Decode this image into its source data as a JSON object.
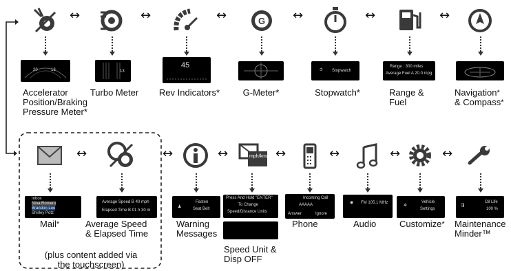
{
  "top_row": [
    {
      "id": "accel",
      "icon": "accelerator-braking-icon",
      "label_lines": [
        "Accelerator",
        "Position/Braking",
        "Pressure Meter*"
      ],
      "screen": [
        "20",
        "13"
      ]
    },
    {
      "id": "turbo",
      "icon": "turbo-meter-icon",
      "label_lines": [
        "Turbo Meter"
      ],
      "screen": [
        "13"
      ]
    },
    {
      "id": "rev",
      "icon": "rev-indicator-icon",
      "label_lines": [
        "Rev Indicators*"
      ],
      "screen": [
        "45"
      ]
    },
    {
      "id": "gmeter",
      "icon": "g-meter-icon",
      "label_lines": [
        "G-Meter*"
      ],
      "screen": []
    },
    {
      "id": "stopwatch",
      "icon": "stopwatch-icon",
      "label_lines": [
        "Stopwatch*"
      ],
      "screen": [
        "Stopwatch"
      ]
    },
    {
      "id": "range",
      "icon": "fuel-pump-icon",
      "label_lines": [
        "Range &",
        "Fuel"
      ],
      "screen": [
        "Range : 300 miles",
        "Average Fuel A 20.0 mpg"
      ]
    },
    {
      "id": "nav",
      "icon": "compass-icon",
      "label_lines": [
        "Navigation",
        "& Compass"
      ],
      "screen": []
    }
  ],
  "bottom_row": [
    {
      "id": "mail",
      "icon": "envelope-icon",
      "label_lines": [
        "Mail"
      ],
      "screen": [
        "Inbox",
        "Nina Romero",
        "Brandon Lee",
        "Shirley Potz"
      ]
    },
    {
      "id": "avgspeed",
      "icon": "average-speed-icon",
      "label_lines": [
        "Average Speed",
        "& Elapsed Time"
      ],
      "screen": [
        "Average Speed B 40 mph",
        "Elapsed Time B 01 h 30 m"
      ]
    },
    {
      "id": "warning",
      "icon": "info-icon",
      "label_lines": [
        "Warning",
        "Messages"
      ],
      "screen": [
        "Fasten",
        "Seat Belt"
      ]
    },
    {
      "id": "speedunit",
      "icon": "speed-unit-icon",
      "label_lines": [
        "Speed Unit &",
        "Disp OFF"
      ],
      "screen": [
        "Press And Hold \"ENTER\"",
        "To Change",
        "Speed/Distance Units"
      ]
    },
    {
      "id": "phone",
      "icon": "phone-icon",
      "label_lines": [
        "Phone"
      ],
      "screen": [
        "Incoming Call",
        "AAAAA",
        "Answer",
        "Ignore"
      ]
    },
    {
      "id": "audio",
      "icon": "music-note-icon",
      "label_lines": [
        "Audio"
      ],
      "screen": [
        "FM 105.1 MHz"
      ]
    },
    {
      "id": "customize",
      "icon": "gear-icon",
      "label_lines": [
        "Customize"
      ],
      "screen": [
        "Vehicle",
        "Settings"
      ]
    },
    {
      "id": "maint",
      "icon": "wrench-icon",
      "label_lines": [
        "Maintenance",
        "Minder™"
      ],
      "screen": [
        "Oil Life",
        "100 %"
      ]
    }
  ],
  "speed_icon_text": "mph/km/h",
  "extra_note_lines": [
    "(plus content added via",
    "the touchscreen)"
  ],
  "arrow_glyph": "↔",
  "asterisk": "*"
}
